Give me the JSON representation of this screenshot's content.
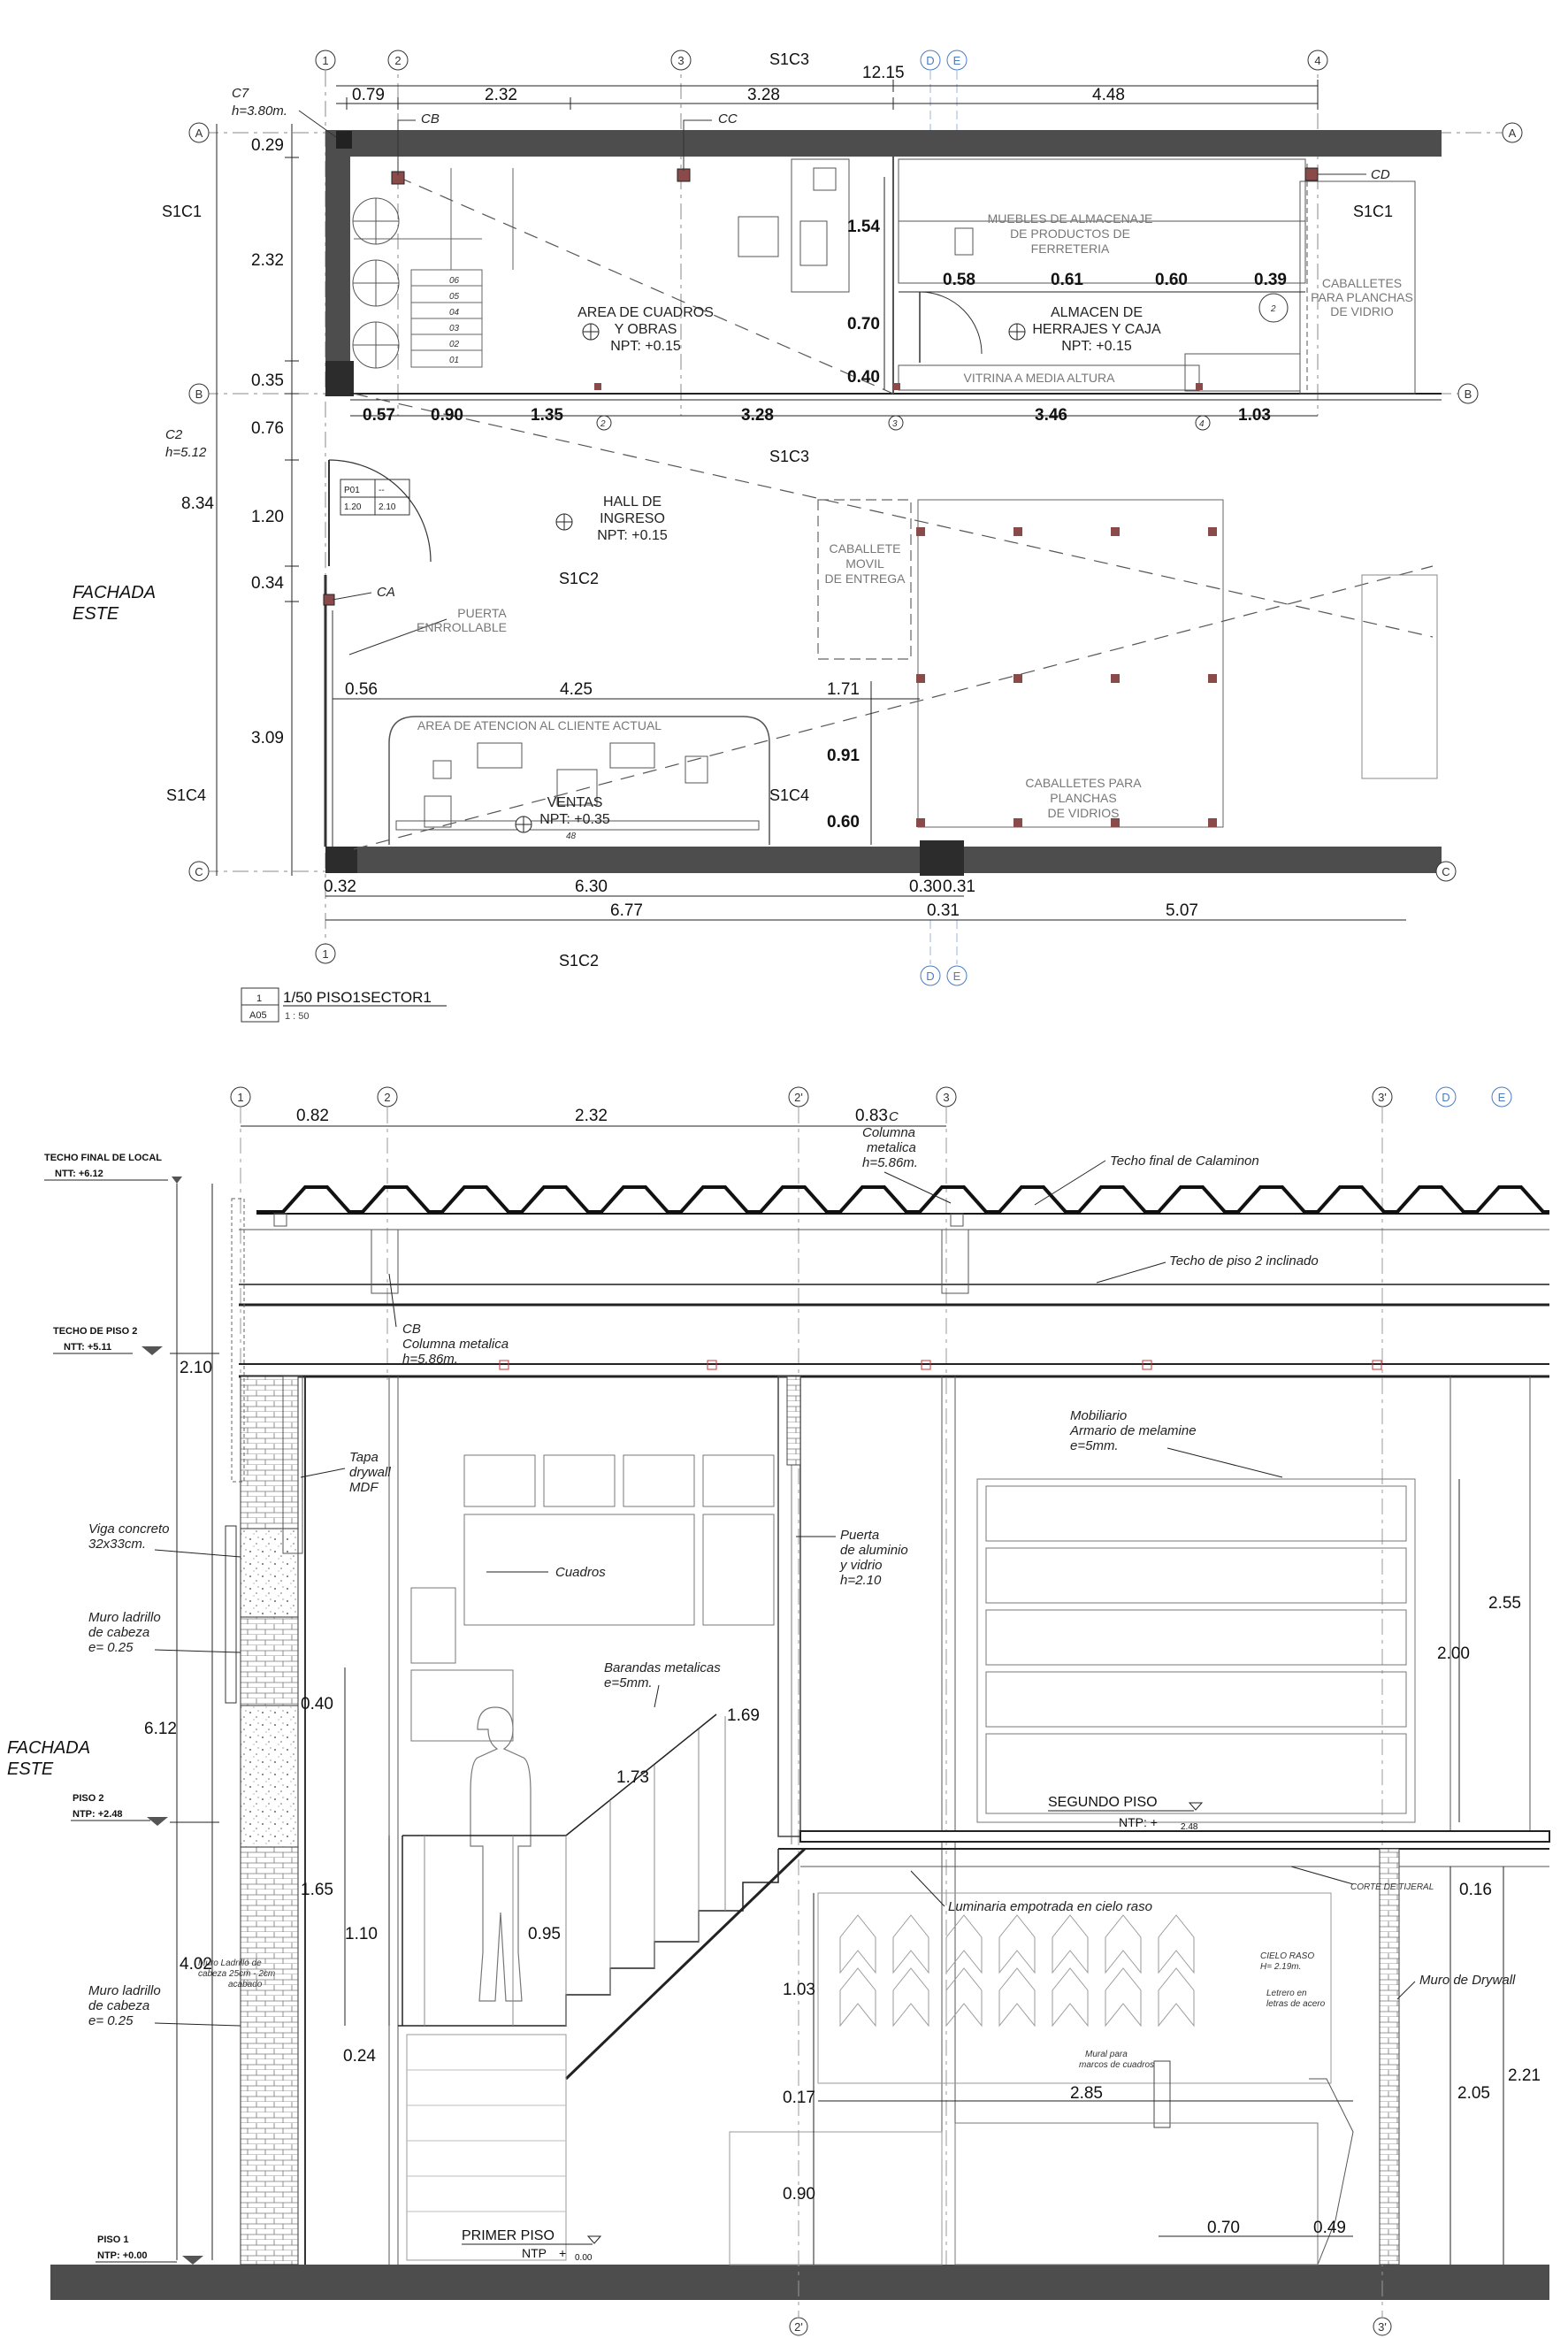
{
  "plan": {
    "total_width": "12.15",
    "top_dims": [
      "0.79",
      "2.32",
      "3.28",
      "4.48"
    ],
    "grid_top": [
      "1",
      "2",
      "3",
      "4"
    ],
    "grid_de": [
      "D",
      "E"
    ],
    "rows": [
      "A",
      "B",
      "C"
    ],
    "left_dims": [
      "0.29",
      "2.32",
      "0.35",
      "0.76",
      "1.20",
      "0.34",
      "3.09"
    ],
    "total_height": "8.34",
    "facade": [
      "FACHADA",
      "ESTE"
    ],
    "columns": {
      "c7": "C7",
      "c7h": "h=3.80m.",
      "c2": "C2",
      "c2h": "h=5.12",
      "cb": "CB",
      "cc": "CC",
      "cd": "CD",
      "ca": "CA"
    },
    "rooms": {
      "cuadros": [
        "AREA DE CUADROS",
        "Y OBRAS",
        "NPT: +0.15"
      ],
      "almacen": [
        "ALMACEN DE",
        "HERRAJES Y CAJA",
        "NPT: +0.15"
      ],
      "hall": [
        "HALL DE",
        "INGRESO",
        "NPT: +0.15"
      ],
      "ventas": [
        "VENTAS",
        "NPT: +0.35"
      ],
      "muebles": [
        "MUEBLES DE ALMACENAJE",
        "DE PRODUCTOS DE",
        "FERRETERIA"
      ],
      "caballetes_r": [
        "CABALLETES",
        "PARA PLANCHAS",
        "DE VIDRIO"
      ],
      "caballete_movil": [
        "CABALLETE",
        "MOVIL",
        "DE ENTREGA"
      ],
      "caballetes_planchas": [
        "CABALLETES PARA",
        "PLANCHAS",
        "DE VIDRIOS"
      ],
      "vitrina": "VITRINA A MEDIA ALTURA",
      "atencion": "AREA DE ATENCION AL CLIENTE ACTUAL",
      "puerta": [
        "PUERTA",
        "ENRROLLABLE"
      ]
    },
    "inner_dims": [
      "1.54",
      "0.58",
      "0.61",
      "0.60",
      "0.39",
      "0.70",
      "0.40",
      "0.91",
      "0.60"
    ],
    "row_b_dims": [
      "0.57",
      "0.90",
      "1.35",
      "3.28",
      "3.46",
      "1.03"
    ],
    "hall_dims": [
      "0.56",
      "4.25",
      "1.71"
    ],
    "bottom_dims": [
      "0.32",
      "6.30",
      "0.30",
      "0.31",
      "6.77",
      "0.31",
      "5.07"
    ],
    "section_tags": [
      "S1C3",
      "S1C1",
      "S1C1",
      "S1C3",
      "S1C2",
      "S1C4",
      "S1C4",
      "S1C2"
    ],
    "stair_steps": [
      "06",
      "05",
      "04",
      "03",
      "02",
      "01"
    ],
    "door_table": [
      "P01",
      "--",
      "1.20",
      "2.10"
    ],
    "small_48": "48",
    "small_2": "2",
    "title_num": "1",
    "title_sheet": "A05",
    "title_name": "1/50 PISO1SECTOR1",
    "title_scale": "1 : 50"
  },
  "section": {
    "grid_top": [
      "1",
      "2",
      "2'",
      "3",
      "3'",
      "D",
      "E"
    ],
    "top_dims": [
      "0.82",
      "2.32",
      "0.83"
    ],
    "grid_c": "C",
    "levels": [
      {
        "name": "TECHO FINAL DE LOCAL",
        "value": "NTT: +6.12"
      },
      {
        "name": "TECHO DE PISO 2",
        "value": "NTT: +5.11"
      },
      {
        "name": "PISO 2",
        "value": "NTP: +2.48"
      },
      {
        "name": "PISO 1",
        "value": "NTP: +0.00"
      }
    ],
    "left_dims": [
      "2.10",
      "6.12",
      "4.02"
    ],
    "facade": [
      "FACHADA",
      "ESTE"
    ],
    "notes": {
      "columna_c": [
        "Columna",
        "metalica",
        "h=5.86m."
      ],
      "techo_calaminon": "Techo final de Calaminon",
      "techo_inclinado": "Techo de piso 2 inclinado",
      "cb": [
        "CB",
        "Columna metalica",
        "h=5.86m."
      ],
      "tapa": [
        "Tapa",
        "drywall",
        "MDF"
      ],
      "viga": [
        "Viga concreto",
        "32x33cm."
      ],
      "muro1": [
        "Muro ladrillo",
        "de cabeza",
        "e= 0.25"
      ],
      "muro2": [
        "Muro ladrillo",
        "de cabeza",
        "e= 0.25"
      ],
      "muro_small": [
        "Muro Ladrillo de",
        "cabeza 25cm - 2cm",
        "acabado"
      ],
      "cuadros": "Cuadros",
      "puerta": [
        "Puerta",
        "de aluminio",
        "y vidrio",
        "h=2.10"
      ],
      "barandas": [
        "Barandas metalicas",
        "e=5mm."
      ],
      "mobiliario": [
        "Mobiliario",
        "Armario de melamine",
        "e=5mm."
      ],
      "luminaria": "Luminaria empotrada en cielo raso",
      "corte": "CORTE DE TIJERAL",
      "cielo": [
        "CIELO RASO",
        "H= 2.19m."
      ],
      "letrero": [
        "Letrero en",
        "letras de acero"
      ],
      "mural": [
        "Mural para",
        "marcos de cuadros"
      ],
      "drywall": "Muro de Drywall"
    },
    "inner_dims": [
      "0.40",
      "1.69",
      "1.73",
      "1.65",
      "1.10",
      "0.95",
      "0.24",
      "2.55",
      "2.00",
      "0.16",
      "1.03",
      "0.17",
      "2.85",
      "2.05",
      "2.21",
      "0.90",
      "0.70",
      "0.49"
    ],
    "segundo_piso": [
      "SEGUNDO PISO",
      "NTP: +",
      "2.48"
    ],
    "primer_piso": [
      "PRIMER PISO",
      "NTP",
      "+",
      "0.00"
    ],
    "grid_bottom": [
      "2'",
      "3'"
    ]
  }
}
